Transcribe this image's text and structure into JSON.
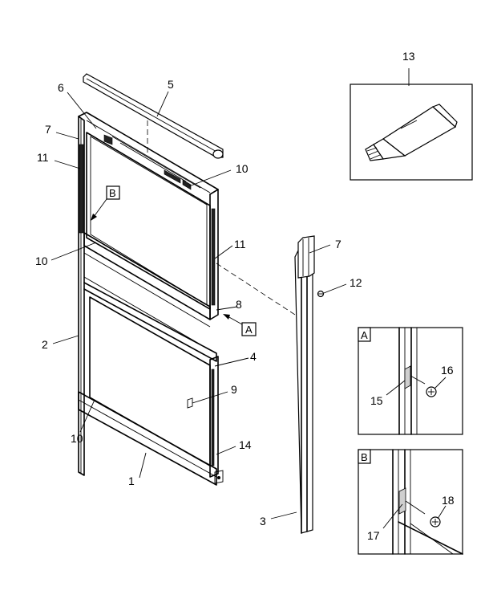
{
  "callouts": {
    "c1": "1",
    "c2": "2",
    "c3": "3",
    "c4": "4",
    "c5": "5",
    "c6": "6",
    "c7a": "7",
    "c7b": "7",
    "c8": "8",
    "c9": "9",
    "c10a": "10",
    "c10b": "10",
    "c10c": "10",
    "c11a": "11",
    "c11b": "11",
    "c12": "12",
    "c13": "13",
    "c14": "14",
    "c15": "15",
    "c16": "16",
    "c17": "17",
    "c18": "18"
  },
  "view_refs": {
    "a_pointer": "A",
    "b_pointer": "B",
    "a_detail": "A",
    "b_detail": "B"
  },
  "icons": [
    "sealant-tube-icon",
    "screw-icon",
    "glazing-channel-icon"
  ]
}
